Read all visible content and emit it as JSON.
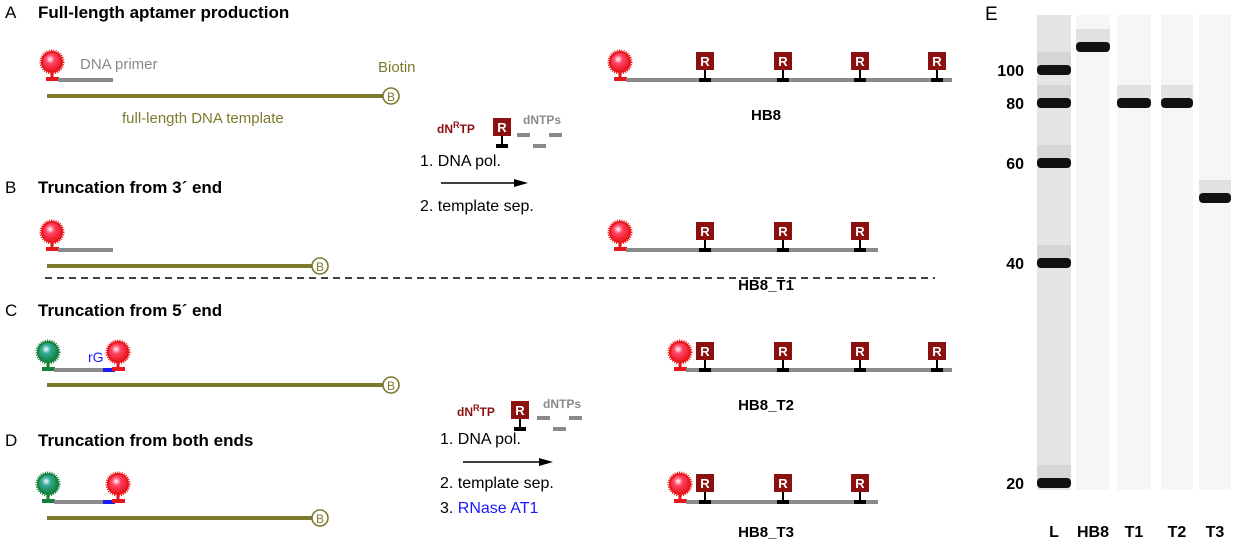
{
  "panels": {
    "A": {
      "letter": "A",
      "title": "Full-length aptamer production",
      "primer_label": "DNA primer",
      "biotin_label": "Biotin",
      "template_label": "full-length DNA template",
      "product": "HB8"
    },
    "B": {
      "letter": "B",
      "title": "Truncation from 3´ end",
      "product": "HB8_T1"
    },
    "C": {
      "letter": "C",
      "title": "Truncation from 5´ end",
      "rg_label": "rG",
      "product": "HB8_T2"
    },
    "D": {
      "letter": "D",
      "title": "Truncation from both ends",
      "product": "HB8_T3"
    },
    "E": {
      "letter": "E"
    }
  },
  "biotin_symbol": "B",
  "modified_base_symbol": "R",
  "reagents": {
    "dnrtp": "dN",
    "dnrtp_sup": "R",
    "dnrtp_end": "TP",
    "dntps": "dNTPs"
  },
  "steps_1": [
    "1. DNA pol.",
    "2. template sep."
  ],
  "steps_2": [
    "1. DNA pol.",
    "2. template sep.",
    "3. "
  ],
  "rnase_label": "RNase AT1",
  "colors": {
    "red_fluor": "#e8161b",
    "green_fluor": "#14803c",
    "olive": "#7d7a2e",
    "gray": "#8a8a8a",
    "mod_base": "#8b1010",
    "blue": "#1a1aff"
  },
  "chart_data": {
    "type": "gel",
    "ladder_label": "L",
    "ladder_marks": [
      100,
      80,
      60,
      40,
      20
    ],
    "lanes": [
      {
        "label": "L",
        "bands_nt": [
          100,
          80,
          60,
          40,
          20
        ]
      },
      {
        "label": "HB8",
        "bands_nt": [
          115
        ]
      },
      {
        "label": "T1",
        "bands_nt": [
          80
        ]
      },
      {
        "label": "T2",
        "bands_nt": [
          80
        ]
      },
      {
        "label": "T3",
        "bands_nt": [
          53
        ]
      }
    ]
  }
}
